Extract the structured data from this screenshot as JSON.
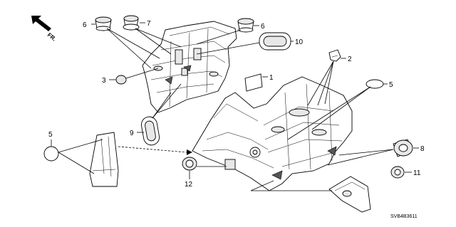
{
  "direction": {
    "label": "FR."
  },
  "callouts": {
    "c1": "1",
    "c2": "2",
    "c3": "3",
    "c5a": "5",
    "c5b": "5",
    "c6a": "6",
    "c6b": "6",
    "c7": "7",
    "c8": "8",
    "c9": "9",
    "c10": "10",
    "c11": "11",
    "c12": "12"
  },
  "diagram_code": "SVB4B3611",
  "icons": [
    "front-direction-arrow-icon"
  ]
}
